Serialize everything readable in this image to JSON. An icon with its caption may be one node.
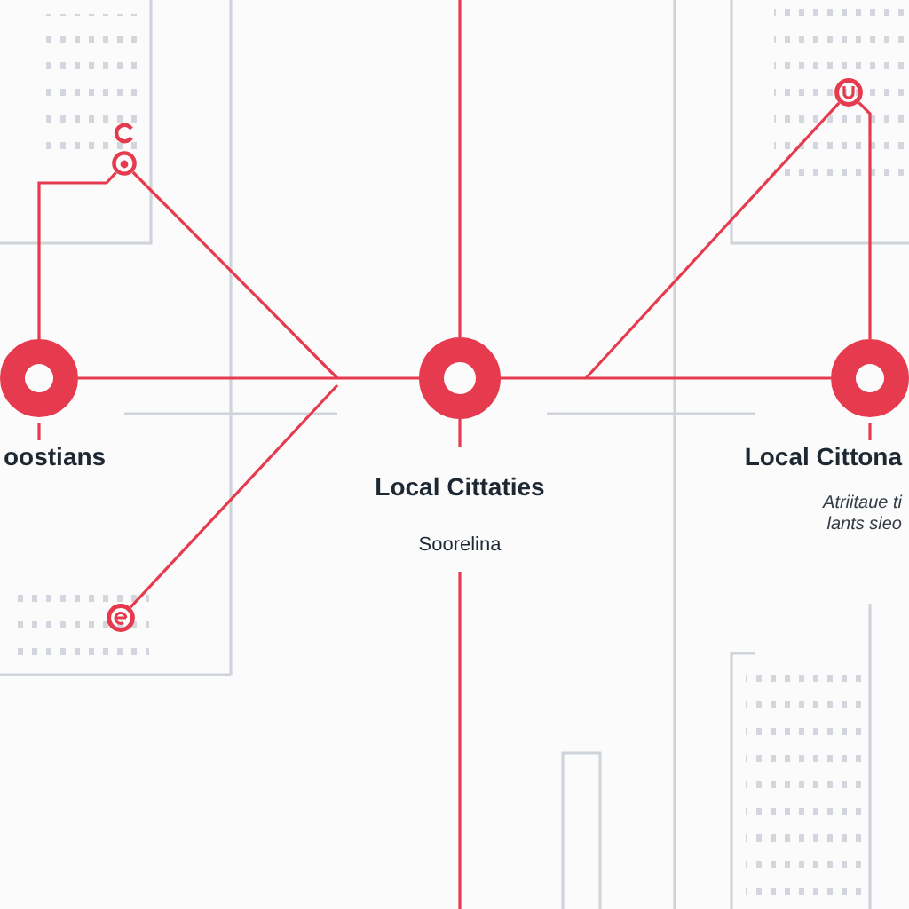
{
  "diagram": {
    "nodes": [
      {
        "text": [],
        "shape": "circle",
        "beside": [
          "oostians"
        ]
      },
      {
        "text": [],
        "shape": "circle",
        "beside": [
          "Local Cittaties",
          "Soorelina"
        ]
      },
      {
        "text": [],
        "shape": "circle",
        "beside": [
          "Local Cittona",
          "Atriitaue ti lants sieo"
        ]
      },
      {
        "text": [],
        "shape": "circle"
      },
      {
        "text": [],
        "shape": "circle"
      },
      {
        "text": [],
        "shape": "circle"
      }
    ],
    "edges": [
      {
        "from": null,
        "to": 1,
        "arrow": "none"
      },
      {
        "from": 1,
        "to": null,
        "arrow": "none"
      },
      {
        "from": 0,
        "to": 1,
        "arrow": "none"
      },
      {
        "from": 1,
        "to": 2,
        "arrow": "none"
      },
      {
        "from": 3,
        "to": 0,
        "arrow": "none"
      },
      {
        "from": 5,
        "to": 2,
        "arrow": "none"
      },
      {
        "from": 3,
        "to": null,
        "arrow": "none"
      },
      {
        "from": 4,
        "to": null,
        "arrow": "none"
      },
      {
        "from": 5,
        "to": null,
        "arrow": "none"
      }
    ]
  }
}
